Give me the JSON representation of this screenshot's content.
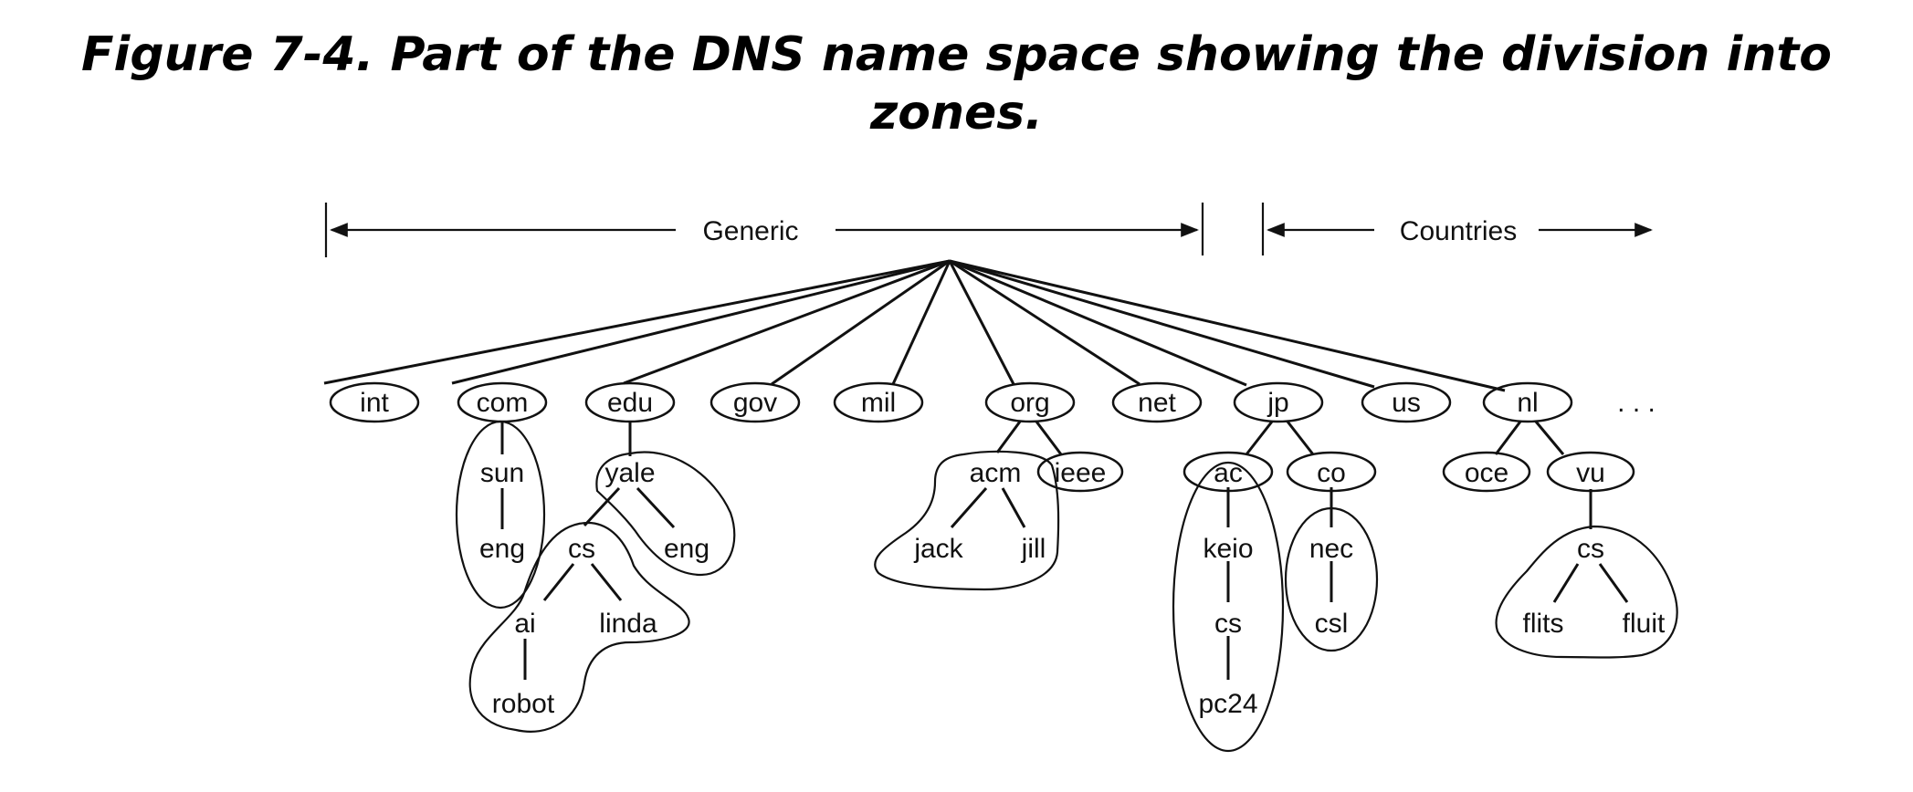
{
  "title": {
    "line1": "Figure 7-4. Part of the DNS name space showing the division into",
    "line2": "zones."
  },
  "ranges": {
    "generic": "Generic",
    "countries": "Countries"
  },
  "ellipsis": ". . .",
  "top_level": [
    {
      "id": "int",
      "label": "int"
    },
    {
      "id": "com",
      "label": "com"
    },
    {
      "id": "edu",
      "label": "edu"
    },
    {
      "id": "gov",
      "label": "gov"
    },
    {
      "id": "mil",
      "label": "mil"
    },
    {
      "id": "org",
      "label": "org"
    },
    {
      "id": "net",
      "label": "net"
    },
    {
      "id": "jp",
      "label": "jp"
    },
    {
      "id": "us",
      "label": "us"
    },
    {
      "id": "nl",
      "label": "nl"
    }
  ],
  "lower_level": [
    {
      "id": "sun",
      "label": "sun"
    },
    {
      "id": "com-eng",
      "label": "eng"
    },
    {
      "id": "yale",
      "label": "yale"
    },
    {
      "id": "yale-cs",
      "label": "cs"
    },
    {
      "id": "yale-eng",
      "label": "eng"
    },
    {
      "id": "ai",
      "label": "ai"
    },
    {
      "id": "linda",
      "label": "linda"
    },
    {
      "id": "robot",
      "label": "robot"
    },
    {
      "id": "acm",
      "label": "acm"
    },
    {
      "id": "ieee",
      "label": "ieee"
    },
    {
      "id": "jack",
      "label": "jack"
    },
    {
      "id": "jill",
      "label": "jill"
    },
    {
      "id": "ac",
      "label": "ac"
    },
    {
      "id": "co",
      "label": "co"
    },
    {
      "id": "keio",
      "label": "keio"
    },
    {
      "id": "keio-cs",
      "label": "cs"
    },
    {
      "id": "pc24",
      "label": "pc24"
    },
    {
      "id": "nec",
      "label": "nec"
    },
    {
      "id": "csl",
      "label": "csl"
    },
    {
      "id": "oce",
      "label": "oce"
    },
    {
      "id": "vu",
      "label": "vu"
    },
    {
      "id": "vu-cs",
      "label": "cs"
    },
    {
      "id": "flits",
      "label": "flits"
    },
    {
      "id": "fluit",
      "label": "fluit"
    }
  ]
}
